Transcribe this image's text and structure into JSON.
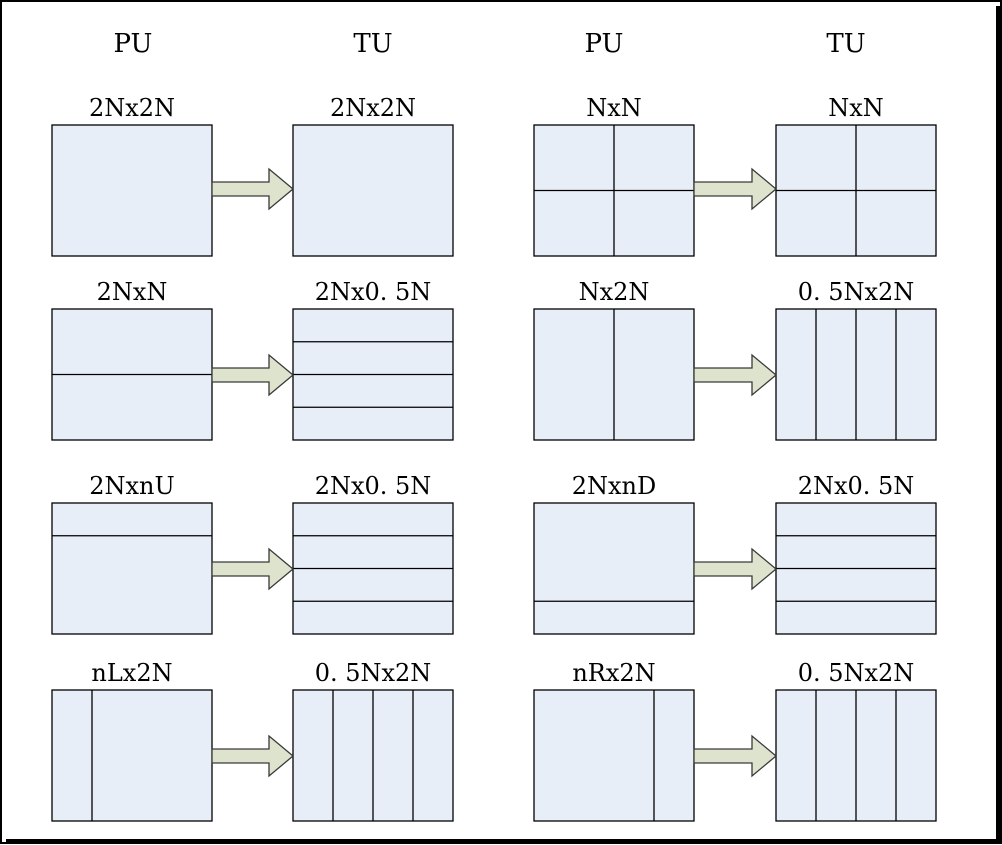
{
  "headers": [
    "PU",
    "TU",
    "PU",
    "TU"
  ],
  "rows": [
    {
      "left": {
        "pu_label": "2Nx2N",
        "pu_split": {
          "dir": "none",
          "fractions": []
        },
        "tu_label": "2Nx2N",
        "tu_split": {
          "dir": "none",
          "fractions": []
        }
      },
      "right": {
        "pu_label": "NxN",
        "pu_split": {
          "dir": "quad",
          "fractions": [
            0.5
          ]
        },
        "tu_label": "NxN",
        "tu_split": {
          "dir": "quad",
          "fractions": [
            0.5
          ]
        }
      }
    },
    {
      "left": {
        "pu_label": "2NxN",
        "pu_split": {
          "dir": "h",
          "fractions": [
            0.5
          ]
        },
        "tu_label": "2Nx0. 5N",
        "tu_split": {
          "dir": "h",
          "fractions": [
            0.25,
            0.5,
            0.75
          ]
        }
      },
      "right": {
        "pu_label": "Nx2N",
        "pu_split": {
          "dir": "v",
          "fractions": [
            0.5
          ]
        },
        "tu_label": "0. 5Nx2N",
        "tu_split": {
          "dir": "v",
          "fractions": [
            0.25,
            0.5,
            0.75
          ]
        }
      }
    },
    {
      "left": {
        "pu_label": "2NxnU",
        "pu_split": {
          "dir": "h",
          "fractions": [
            0.25
          ]
        },
        "tu_label": "2Nx0. 5N",
        "tu_split": {
          "dir": "h",
          "fractions": [
            0.25,
            0.5,
            0.75
          ]
        }
      },
      "right": {
        "pu_label": "2NxnD",
        "pu_split": {
          "dir": "h",
          "fractions": [
            0.75
          ]
        },
        "tu_label": "2Nx0. 5N",
        "tu_split": {
          "dir": "h",
          "fractions": [
            0.25,
            0.5,
            0.75
          ]
        }
      }
    },
    {
      "left": {
        "pu_label": "nLx2N",
        "pu_split": {
          "dir": "v",
          "fractions": [
            0.25
          ]
        },
        "tu_label": "0. 5Nx2N",
        "tu_split": {
          "dir": "v",
          "fractions": [
            0.25,
            0.5,
            0.75
          ]
        }
      },
      "right": {
        "pu_label": "nRx2N",
        "pu_split": {
          "dir": "v",
          "fractions": [
            0.75
          ]
        },
        "tu_label": "0. 5Nx2N",
        "tu_split": {
          "dir": "v",
          "fractions": [
            0.25,
            0.5,
            0.75
          ]
        }
      }
    }
  ],
  "colors": {
    "block_fill": "#e8eef8",
    "line": "#000000",
    "arrow_fill": "#dde3cc",
    "arrow_stroke": "#3a3a3a",
    "frame": "#000000"
  }
}
